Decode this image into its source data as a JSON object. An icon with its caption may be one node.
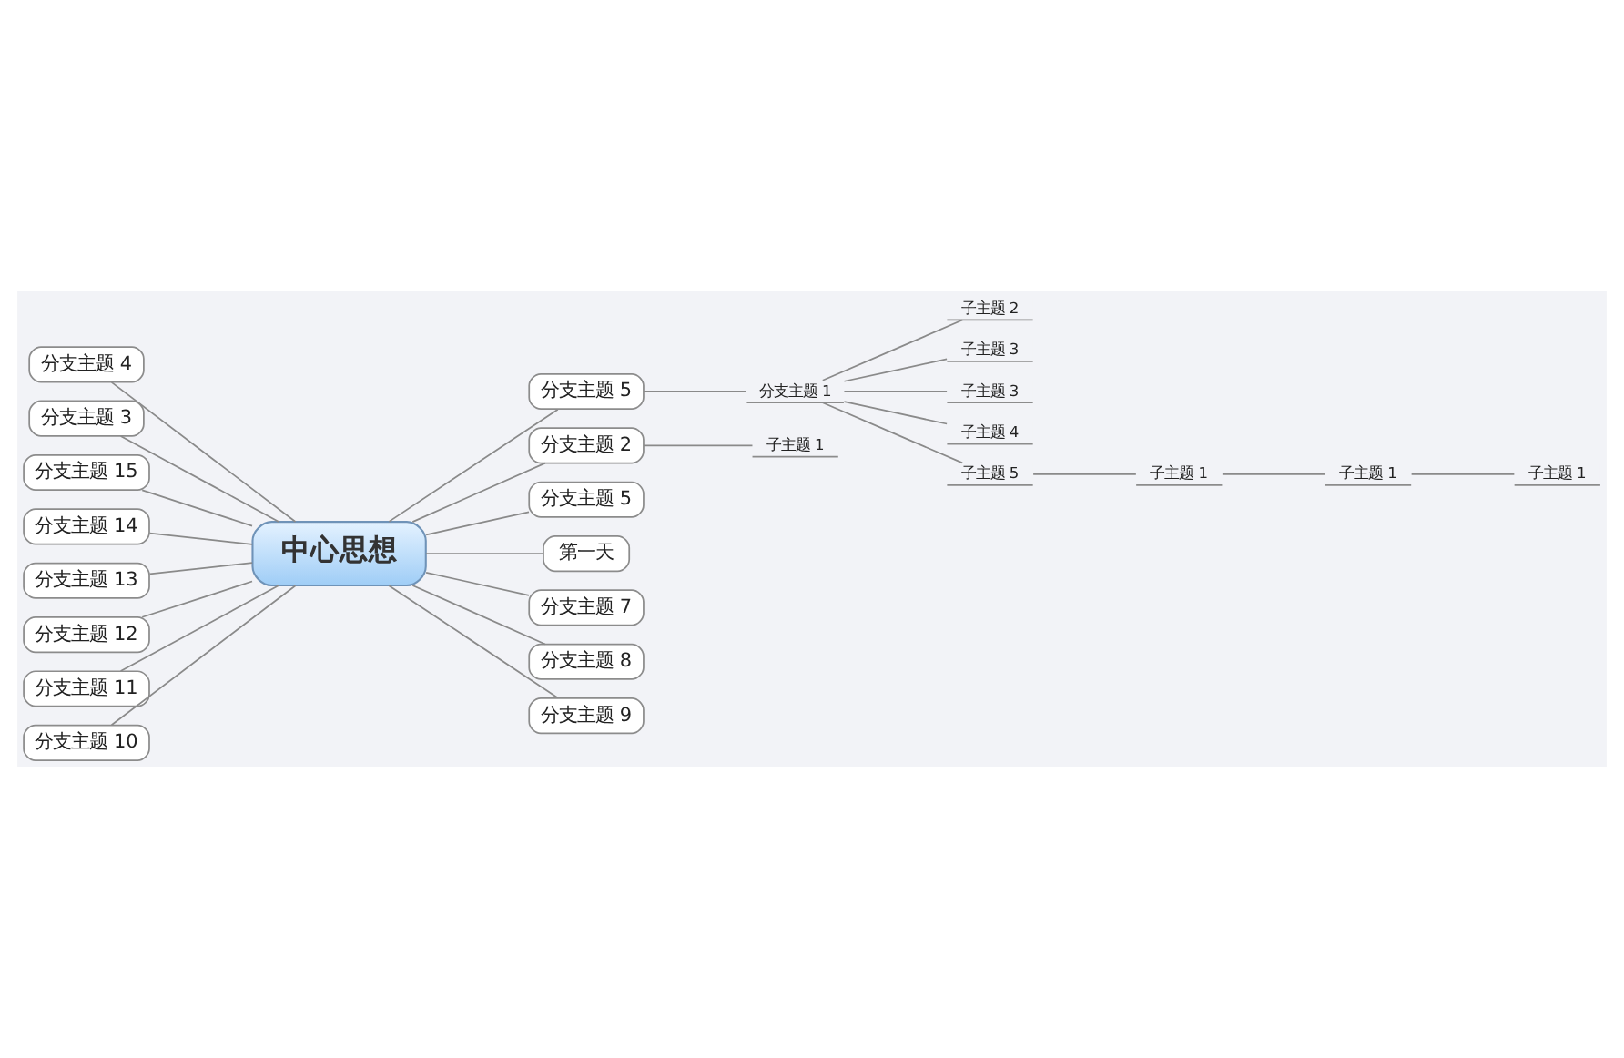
{
  "diagram": {
    "nodes": [
      {
        "text": [
          "中心思想"
        ]
      },
      {
        "text": [
          "分支主题 5"
        ]
      },
      {
        "text": [
          "分支主题 1"
        ]
      },
      {
        "text": [
          "子主题 2"
        ]
      },
      {
        "text": [
          "子主题 3"
        ]
      },
      {
        "text": [
          "子主题 3"
        ]
      },
      {
        "text": [
          "子主题 4"
        ]
      },
      {
        "text": [
          "子主题 5"
        ]
      },
      {
        "text": [
          "子主题 1"
        ]
      },
      {
        "text": [
          "子主题 1"
        ]
      },
      {
        "text": [
          "子主题 1"
        ]
      },
      {
        "text": [
          "分支主题 2"
        ]
      },
      {
        "text": [
          "子主题 1"
        ]
      },
      {
        "text": [
          "分支主题 5"
        ]
      },
      {
        "text": [
          "第一天"
        ]
      },
      {
        "text": [
          "分支主题 7"
        ]
      },
      {
        "text": [
          "分支主题 8"
        ]
      },
      {
        "text": [
          "分支主题 9"
        ]
      },
      {
        "text": [
          "分支主题 4"
        ]
      },
      {
        "text": [
          "分支主题 3"
        ]
      },
      {
        "text": [
          "分支主题 15"
        ]
      },
      {
        "text": [
          "分支主题 14"
        ]
      },
      {
        "text": [
          "分支主题 13"
        ]
      },
      {
        "text": [
          "分支主题 12"
        ]
      },
      {
        "text": [
          "分支主题 11"
        ]
      },
      {
        "text": [
          "分支主题 10"
        ]
      }
    ],
    "edges": [
      {
        "from": 0,
        "to": 1,
        "arrow": "none"
      },
      {
        "from": 1,
        "to": 2,
        "arrow": "none"
      },
      {
        "from": 2,
        "to": 3,
        "arrow": "none"
      },
      {
        "from": 2,
        "to": 4,
        "arrow": "none"
      },
      {
        "from": 2,
        "to": 5,
        "arrow": "none"
      },
      {
        "from": 2,
        "to": 6,
        "arrow": "none"
      },
      {
        "from": 2,
        "to": 7,
        "arrow": "none"
      },
      {
        "from": 7,
        "to": 8,
        "arrow": "none"
      },
      {
        "from": 8,
        "to": 9,
        "arrow": "none"
      },
      {
        "from": 9,
        "to": 10,
        "arrow": "none"
      },
      {
        "from": 0,
        "to": 11,
        "arrow": "none"
      },
      {
        "from": 11,
        "to": 12,
        "arrow": "none"
      },
      {
        "from": 0,
        "to": 13,
        "arrow": "none"
      },
      {
        "from": 0,
        "to": 14,
        "arrow": "none"
      },
      {
        "from": 0,
        "to": 15,
        "arrow": "none"
      },
      {
        "from": 0,
        "to": 16,
        "arrow": "none"
      },
      {
        "from": 0,
        "to": 17,
        "arrow": "none"
      },
      {
        "from": 18,
        "to": 0,
        "arrow": "none"
      },
      {
        "from": 19,
        "to": 0,
        "arrow": "none"
      },
      {
        "from": 20,
        "to": 0,
        "arrow": "none"
      },
      {
        "from": 21,
        "to": 0,
        "arrow": "none"
      },
      {
        "from": 22,
        "to": 0,
        "arrow": "none"
      },
      {
        "from": 23,
        "to": 0,
        "arrow": "none"
      },
      {
        "from": 24,
        "to": 0,
        "arrow": "none"
      },
      {
        "from": 25,
        "to": 0,
        "arrow": "none"
      }
    ]
  }
}
